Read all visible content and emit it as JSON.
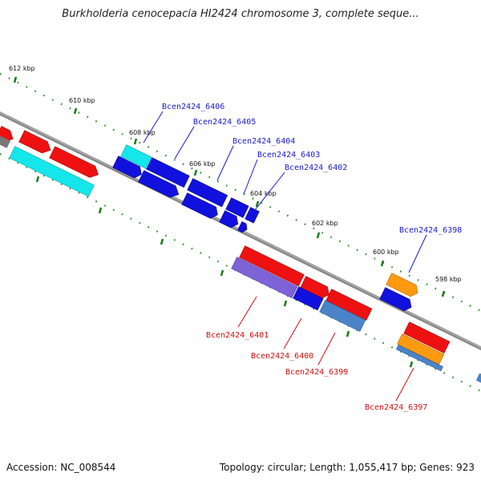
{
  "title": "Burkholderia cenocepacia HI2424 chromosome 3, complete seque...",
  "footer": {
    "accession": "Accession: NC_008544",
    "topology": "Topology: circular; Length: 1,055,417 bp; Genes: 923"
  },
  "colors": {
    "backbone": "#8a8a8a",
    "tick_major": "#1a7a1a",
    "tick_minor": "#2e8b2e",
    "gene_red": "#ee1111",
    "gene_blue": "#1111dd",
    "gene_cyan": "#14e6ea",
    "gene_orange": "#ff9a10",
    "gene_purple": "#7d63d6",
    "gene_steel": "#4a84c8",
    "label_blue": "#1a1acc",
    "label_red": "#cc1111"
  },
  "scale_labels": [
    "612 kbp",
    "610 kbp",
    "608 kbp",
    "606 kbp",
    "604 kbp",
    "602 kbp",
    "600 kbp",
    "598 kbp"
  ],
  "top_gene_labels": [
    "Bcen2424_6406",
    "Bcen2424_6405",
    "Bcen2424_6404",
    "Bcen2424_6403",
    "Bcen2424_6402",
    "Bcen2424_6398"
  ],
  "bottom_gene_labels": [
    "Bcen2424_6401",
    "Bcen2424_6400",
    "Bcen2424_6399",
    "Bcen2424_6397"
  ]
}
